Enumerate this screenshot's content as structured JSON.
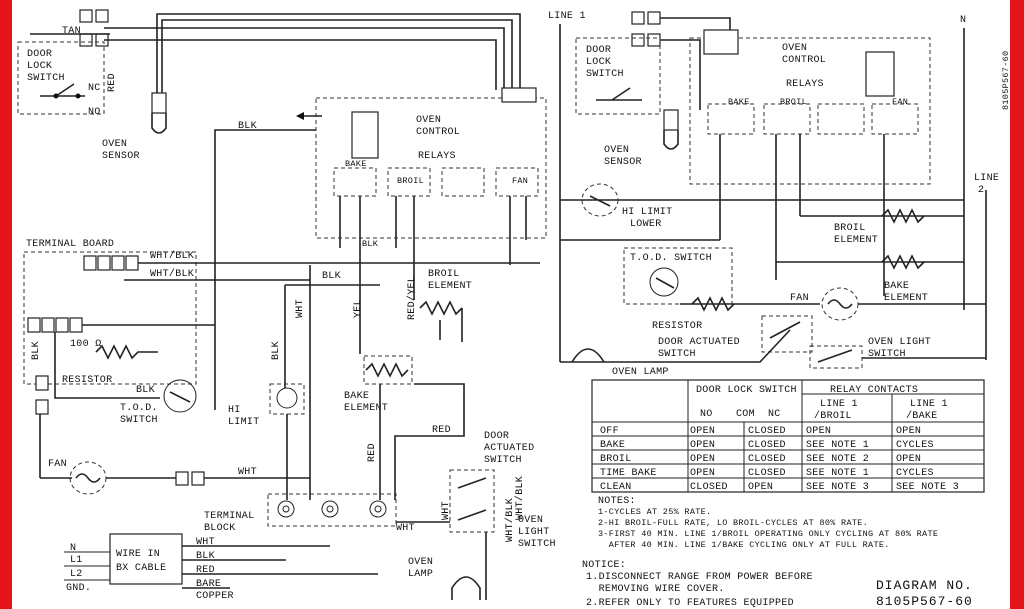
{
  "left": {
    "tan": "TAN",
    "door_lock_switch": [
      "DOOR",
      "LOCK",
      "SWITCH"
    ],
    "red": "RED",
    "nc": "NC",
    "no": "NO",
    "oven_sensor": [
      "OVEN",
      "SENSOR"
    ],
    "blk_top": "BLK",
    "oven_control": [
      "OVEN",
      "CONTROL"
    ],
    "relays": "RELAYS",
    "bake": "BAKE",
    "broil": "BROIL",
    "fan": "FAN",
    "terminal_board": "TERMINAL BOARD",
    "wht_blk_1": "WHT/BLK",
    "wht_blk_2": "WHT/BLK",
    "blk_mid": "BLK",
    "blk_mid2": "BLK",
    "wht_v": "WHT",
    "yel_v": "YEL",
    "red_yel": "RED/YEL",
    "broil_element": [
      "BROIL",
      "ELEMENT"
    ],
    "blk_v": "BLK",
    "blk_side": "BLK",
    "resistor": "RESISTOR",
    "blk_tod": "BLK",
    "tod_switch": [
      "T.O.D.",
      "SWITCH"
    ],
    "hi_limit": [
      "HI",
      "LIMIT"
    ],
    "bake_element": [
      "BAKE",
      "ELEMENT"
    ],
    "red_v": "RED",
    "red_h": "RED",
    "door_actuated_switch": [
      "DOOR",
      "ACTUATED",
      "SWITCH"
    ],
    "fan_label": "FAN",
    "wht_fan": "WHT",
    "terminal_block": [
      "TERMINAL",
      "BLOCK"
    ],
    "wht_tb": "WHT",
    "wht_tb2": "WHT",
    "wht_blk_v": "WHT/BLK",
    "wht_blk_v2": "WHT/BLK",
    "oven_light_switch": [
      "OVEN",
      "LIGHT",
      "SWITCH"
    ],
    "wire_table": {
      "rows": [
        "N",
        "L1",
        "L2",
        "GND."
      ],
      "box": [
        "WIRE IN",
        "BX CABLE"
      ],
      "colors": [
        "WHT",
        "BLK",
        "RED",
        "BARE",
        "COPPER"
      ]
    },
    "oven_lamp": [
      "OVEN",
      "LAMP"
    ]
  },
  "right": {
    "line1": "LINE 1",
    "n": "N",
    "door_lock_switch": [
      "DOOR",
      "LOCK",
      "SWITCH"
    ],
    "oven_control": [
      "OVEN",
      "CONTROL"
    ],
    "relays": "RELAYS",
    "bake": "BAKE",
    "broil": "BROIL",
    "fan": "FAN",
    "oven_sensor": [
      "OVEN",
      "SENSOR"
    ],
    "line2": [
      "LINE",
      "2"
    ],
    "hi_limit_lower": [
      "HI LIMIT",
      "LOWER"
    ],
    "broil_element": [
      "BROIL",
      "ELEMENT"
    ],
    "tod_switch": "T.O.D. SWITCH",
    "bake_element": [
      "BAKE",
      "ELEMENT"
    ],
    "fan_label": "FAN",
    "resistor": "RESISTOR",
    "door_actuated_switch": [
      "DOOR ACTUATED",
      "SWITCH"
    ],
    "oven_light_switch": [
      "OVEN LIGHT",
      "SWITCH"
    ],
    "oven_lamp": "OVEN LAMP",
    "side_code": "8105P567-60"
  },
  "table": {
    "door_lock_switch": "DOOR LOCK SWITCH",
    "relay_contacts": "RELAY CONTACTS",
    "col_no": "NO",
    "col_com": "COM",
    "col_nc": "NC",
    "col_broil": [
      "LINE 1",
      "/BROIL"
    ],
    "col_bake": [
      "LINE 1",
      "/BAKE"
    ],
    "rows": [
      {
        "mode": "OFF",
        "door": "OPEN",
        "nc": "CLOSED",
        "broil": "OPEN",
        "bake": "OPEN"
      },
      {
        "mode": "BAKE",
        "door": "OPEN",
        "nc": "CLOSED",
        "broil": "SEE NOTE 1",
        "bake": "CYCLES"
      },
      {
        "mode": "BROIL",
        "door": "OPEN",
        "nc": "CLOSED",
        "broil": "SEE NOTE 2",
        "bake": "OPEN"
      },
      {
        "mode": "TIME BAKE",
        "door": "OPEN",
        "nc": "CLOSED",
        "broil": "SEE NOTE 1",
        "bake": "CYCLES"
      },
      {
        "mode": "CLEAN",
        "door": "CLOSED",
        "nc": "OPEN",
        "broil": "SEE NOTE 3",
        "bake": "SEE NOTE 3"
      }
    ]
  },
  "notes": {
    "heading": "NOTES:",
    "lines": [
      "1-CYCLES AT 25% RATE.",
      "2-HI BROIL-FULL RATE, LO BROIL-CYCLES AT 80% RATE.",
      "3-FIRST 40 MIN. LINE 1/BROIL OPERATING ONLY CYCLING AT 80% RATE",
      "  AFTER 40 MIN. LINE 1/BAKE CYCLING ONLY AT FULL RATE."
    ]
  },
  "notice": {
    "heading": "NOTICE:",
    "lines": [
      "1.DISCONNECT RANGE FROM POWER BEFORE",
      "  REMOVING WIRE COVER.",
      "2.REFER ONLY TO FEATURES EQUIPPED"
    ]
  },
  "diagram": {
    "label": "DIAGRAM NO.",
    "number": "8105P567-60"
  }
}
